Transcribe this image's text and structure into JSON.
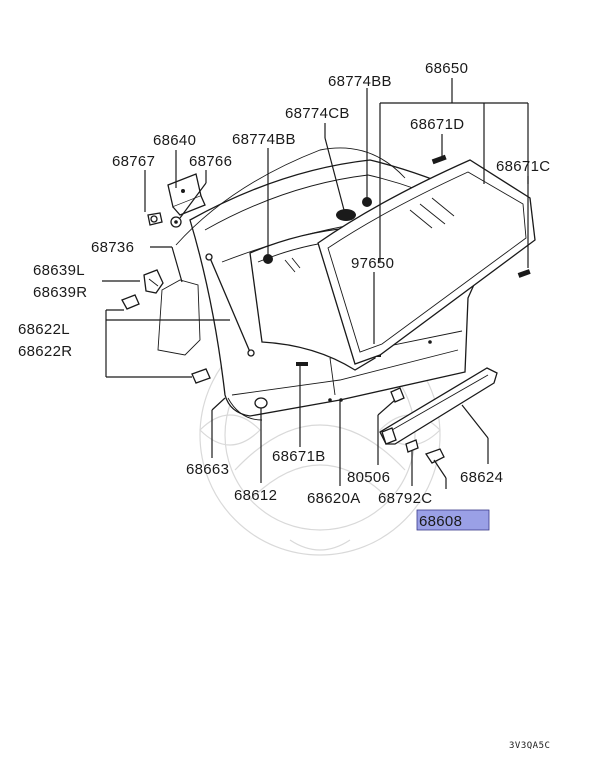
{
  "diagram": {
    "labels": {
      "p68650": "68650",
      "p68774BB_top": "68774BB",
      "p68774CB": "68774CB",
      "p68671D": "68671D",
      "p68640": "68640",
      "p68774BB_left": "68774BB",
      "p68767": "68767",
      "p68766": "68766",
      "p68671C": "68671C",
      "p68736": "68736",
      "p97650": "97650",
      "p68639L": "68639L",
      "p68639R": "68639R",
      "p68622L": "68622L",
      "p68622R": "68622R",
      "p68663": "68663",
      "p68671B": "68671B",
      "p80506": "80506",
      "p68624": "68624",
      "p68612": "68612",
      "p68620A": "68620A",
      "p68792C": "68792C",
      "p68608": "68608"
    },
    "highlight_color": "#9aa0e6",
    "diagram_code": "3V3QA5C"
  }
}
